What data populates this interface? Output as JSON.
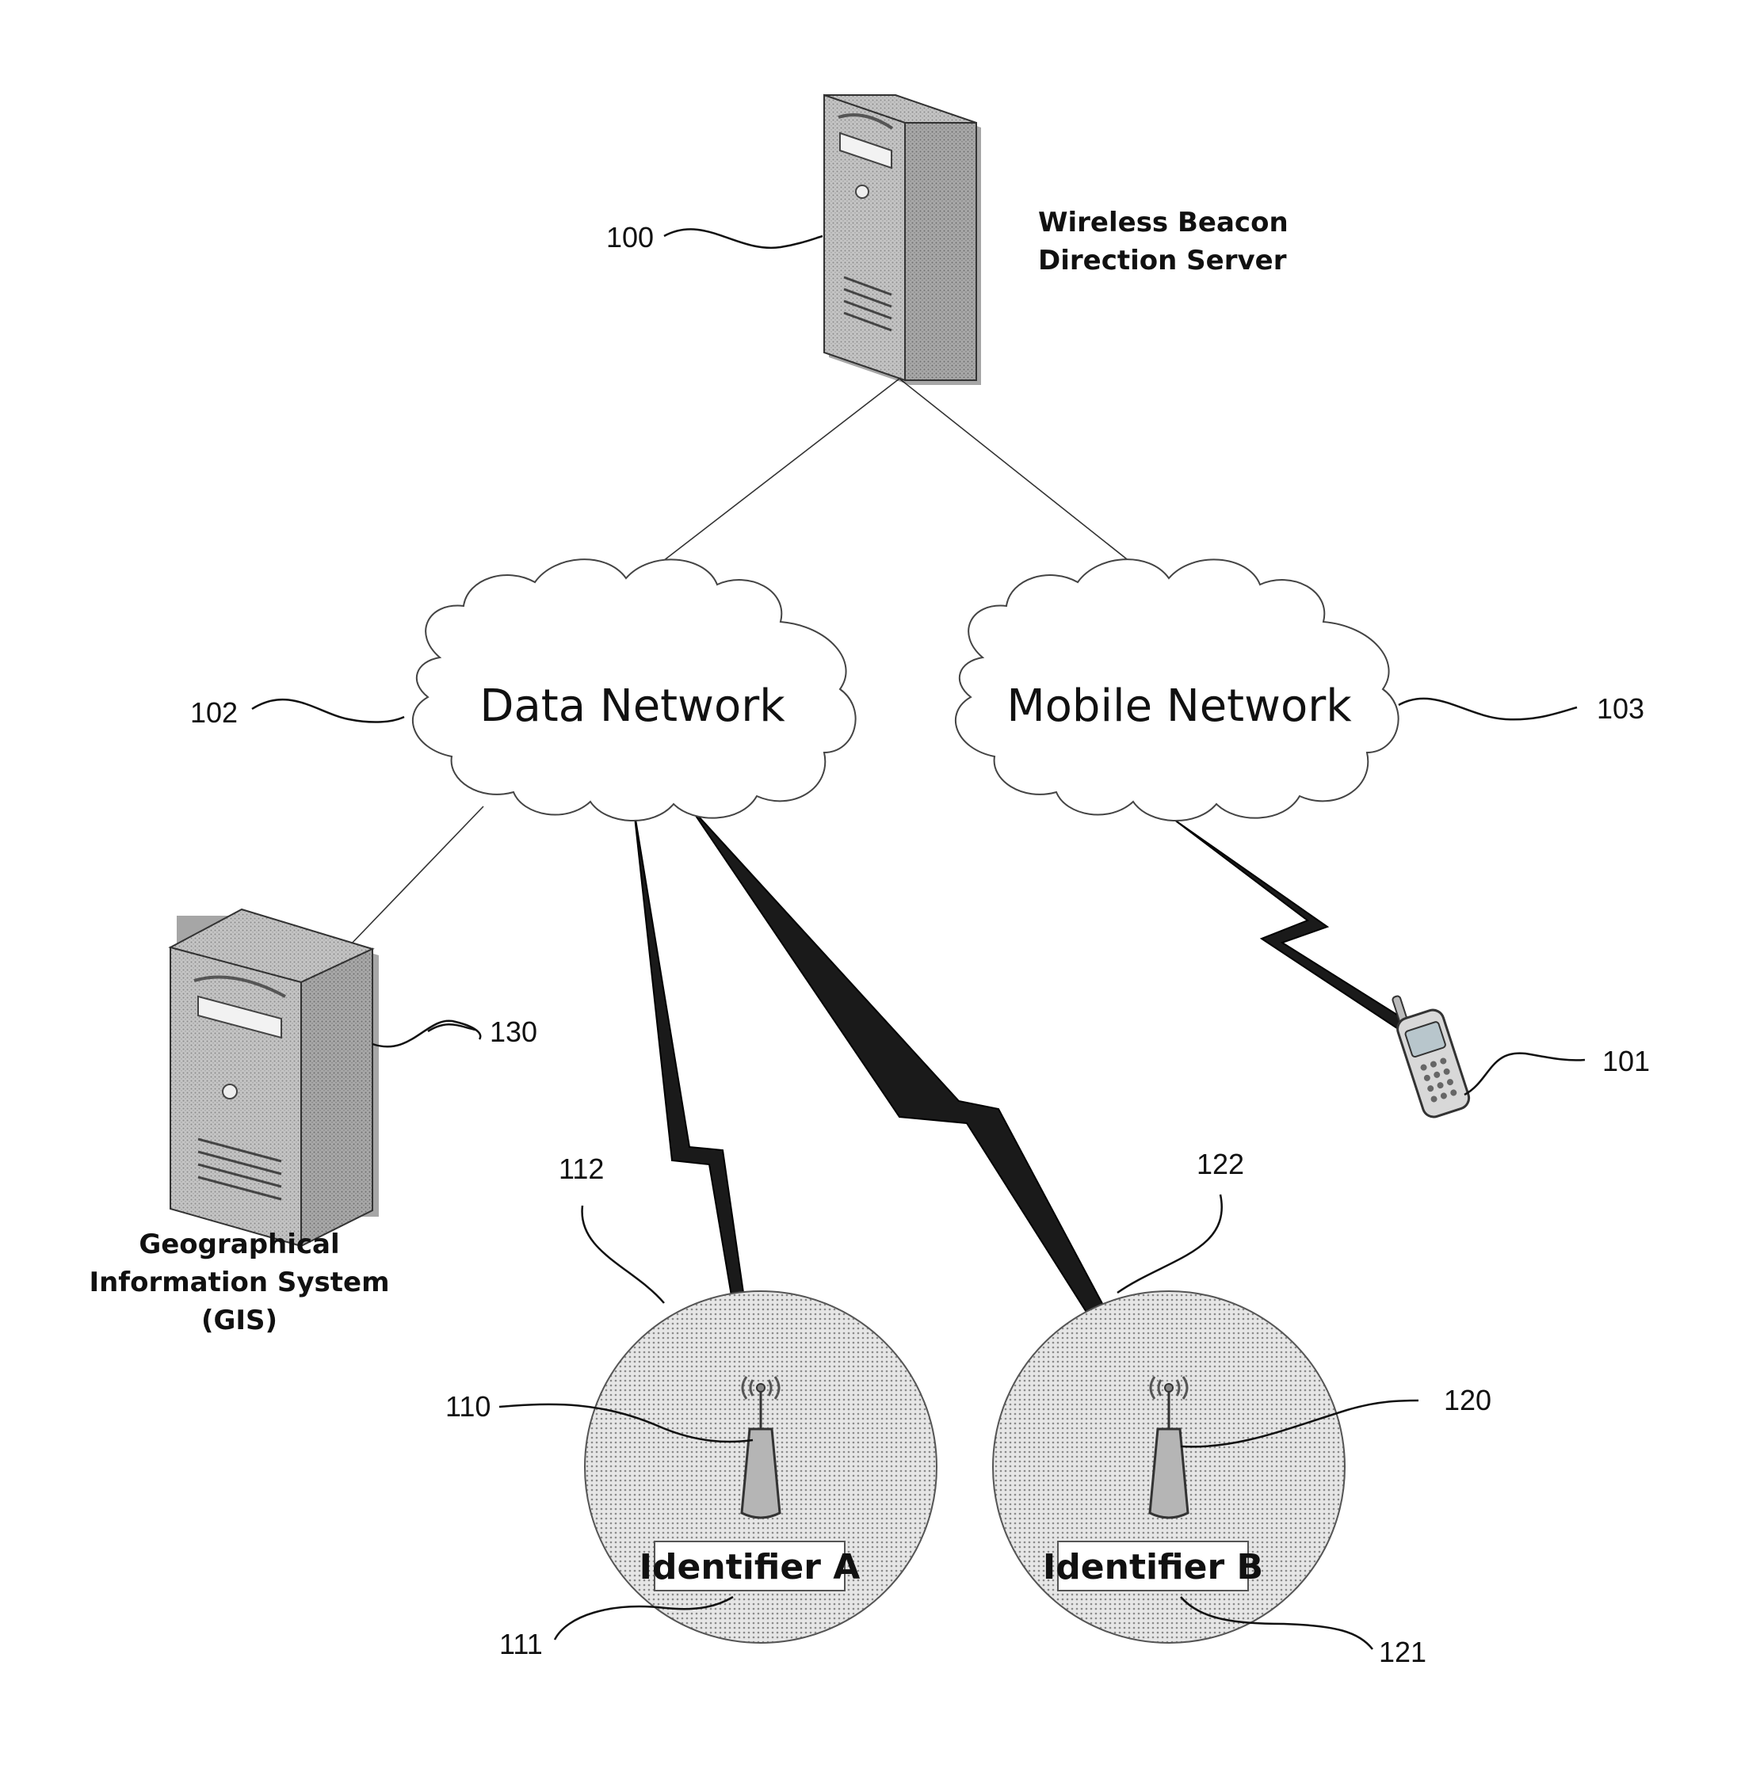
{
  "server": {
    "name_line1": "Wireless Beacon",
    "name_line2": "Direction Server",
    "ref": "100",
    "icon": "server-tower-icon"
  },
  "gis": {
    "name_line1": "Geographical",
    "name_line2": "Information System",
    "name_line3": "(GIS)",
    "ref": "130",
    "icon": "server-tower-icon"
  },
  "data_network": {
    "label": "Data Network",
    "ref": "102",
    "icon": "cloud-icon"
  },
  "mobile_network": {
    "label": "Mobile Network",
    "ref": "103",
    "icon": "cloud-icon"
  },
  "mobile_device": {
    "ref": "101",
    "icon": "mobile-phone-icon"
  },
  "beacon_a": {
    "beacon_ref": "110",
    "identifier_label": "Identifier A",
    "identifier_ref": "111",
    "zone_ref": "112",
    "icon": "beacon-antenna-icon"
  },
  "beacon_b": {
    "beacon_ref": "120",
    "identifier_label": "Identifier B",
    "identifier_ref": "121",
    "zone_ref": "122",
    "icon": "beacon-antenna-icon"
  },
  "colors": {
    "line": "#333333",
    "bolt": "#1a1a1a",
    "zone_fill": "#dcdcdc",
    "server_body": "#bdbdbd"
  }
}
